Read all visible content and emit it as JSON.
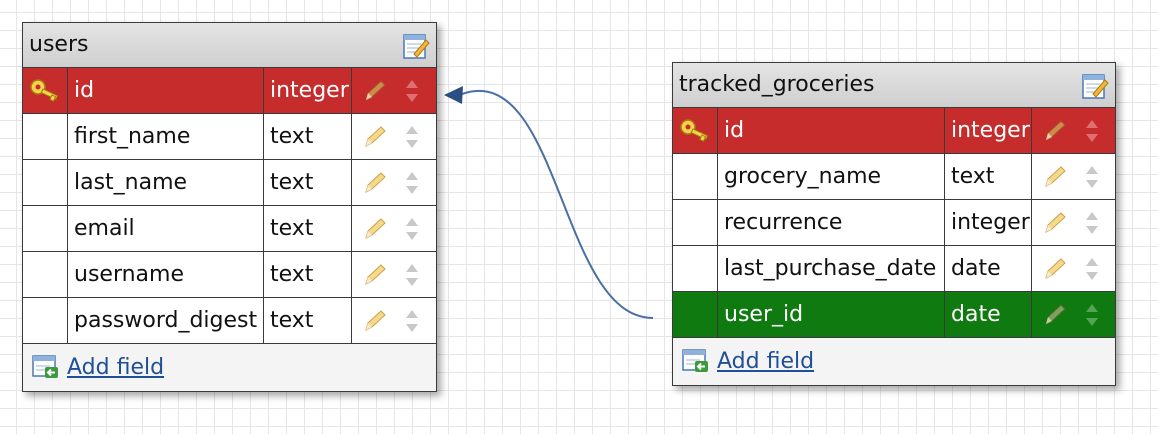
{
  "tables": [
    {
      "id": "users",
      "name": "users",
      "fields": [
        {
          "name": "id",
          "type": "integer",
          "role": "primary-key"
        },
        {
          "name": "first_name",
          "type": "text",
          "role": ""
        },
        {
          "name": "last_name",
          "type": "text",
          "role": ""
        },
        {
          "name": "email",
          "type": "text",
          "role": ""
        },
        {
          "name": "username",
          "type": "text",
          "role": ""
        },
        {
          "name": "password_digest",
          "type": "text",
          "role": ""
        }
      ],
      "add_field_label": "Add field"
    },
    {
      "id": "tracked_groceries",
      "name": "tracked_groceries",
      "fields": [
        {
          "name": "id",
          "type": "integer",
          "role": "primary-key"
        },
        {
          "name": "grocery_name",
          "type": "text",
          "role": ""
        },
        {
          "name": "recurrence",
          "type": "integer",
          "role": ""
        },
        {
          "name": "last_purchase_date",
          "type": "date",
          "role": ""
        },
        {
          "name": "user_id",
          "type": "date",
          "role": "foreign-key"
        }
      ],
      "add_field_label": "Add field"
    }
  ],
  "relations": [
    {
      "from_table": "tracked_groceries",
      "from_field": "user_id",
      "to_table": "users",
      "to_field": "id"
    }
  ],
  "colors": {
    "primary_key_row": "#c62c2c",
    "foreign_key_row": "#0f7a0f",
    "connector": "#4a6fa5",
    "link": "#1f4f96"
  },
  "icons": {
    "primary_key": "key-icon",
    "edit_field": "pencil-icon",
    "reorder": "sort-arrows-icon",
    "edit_table": "edit-table-icon",
    "add_field": "add-field-icon"
  }
}
